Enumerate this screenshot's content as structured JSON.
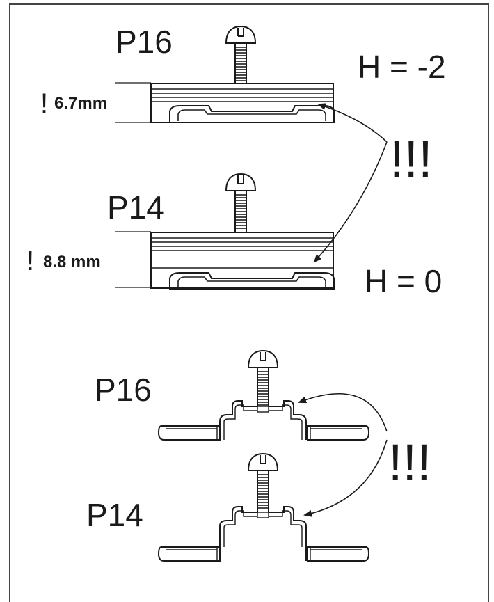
{
  "upper": {
    "p16_label": "P16",
    "p14_label": "P14",
    "h_top": "H = -2",
    "h_bottom": "H = 0",
    "dim_p16_mark": "!",
    "dim_p16": "6.7mm",
    "dim_p14_mark": "!",
    "dim_p14": "8.8 mm",
    "emphasis": "!!!"
  },
  "lower": {
    "p16_label": "P16",
    "p14_label": "P14",
    "emphasis": "!!!"
  },
  "colors": {
    "ink": "#1a1a1a",
    "frame": "#444444",
    "background": "#ffffff"
  }
}
